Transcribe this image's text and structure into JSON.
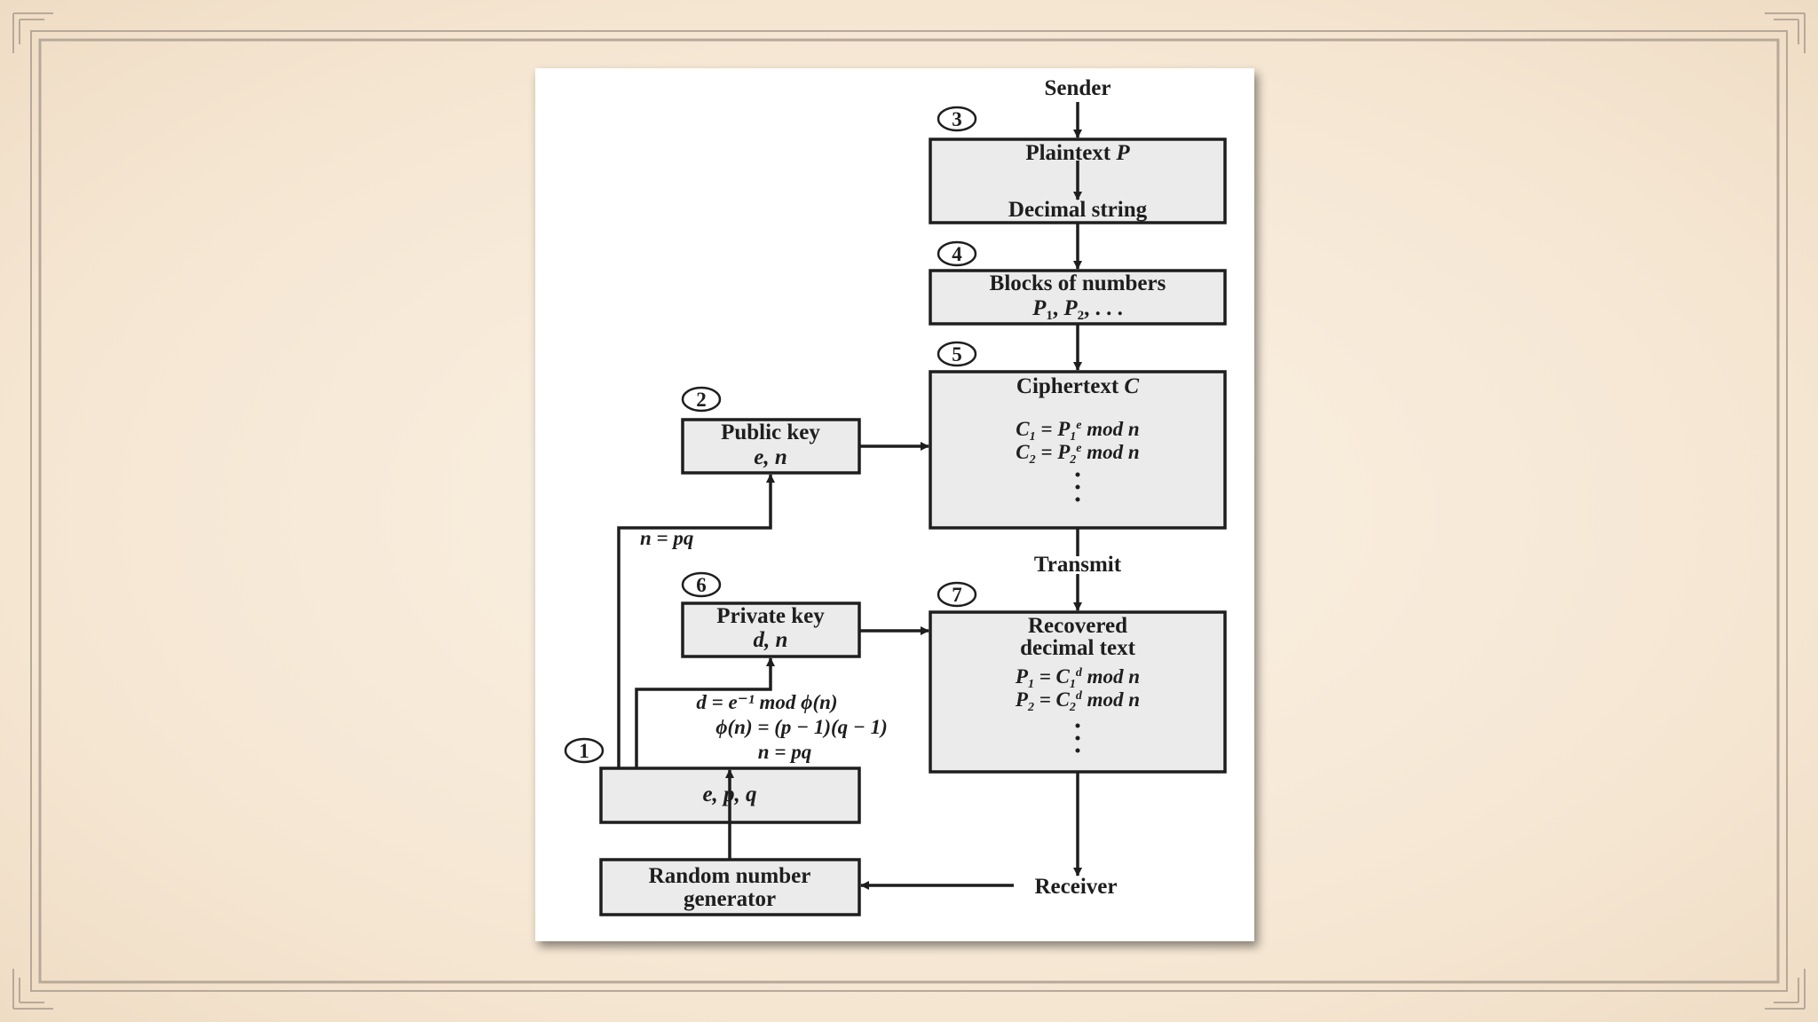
{
  "diagram": {
    "sender": "Sender",
    "receiver": "Receiver",
    "transmit": "Transmit",
    "steps": [
      "1",
      "2",
      "3",
      "4",
      "5",
      "6",
      "7"
    ],
    "plaintext": {
      "title_main": "Plaintext ",
      "title_var": "P",
      "sub": "Decimal string"
    },
    "blocks": {
      "line1": "Blocks of numbers",
      "p": "P",
      "s1": "1",
      "comma1": ", ",
      "s2": "2",
      "tail": ", . . ."
    },
    "ciphertext": {
      "title_main": "Ciphertext ",
      "title_var": "C",
      "eq1": {
        "lhs": "C",
        "lsub": "1",
        "mid": " = P",
        "rsub": "1",
        "sup": "e",
        "tail": " mod n"
      },
      "eq2": {
        "lhs": "C",
        "lsub": "2",
        "mid": " = P",
        "rsub": "2",
        "sup": "e",
        "tail": " mod n"
      }
    },
    "public_key": {
      "title": "Public key",
      "vars": "e, n"
    },
    "private_key": {
      "title": "Private key",
      "vars": "d, n"
    },
    "recovered": {
      "line1": "Recovered",
      "line2": "decimal text",
      "eq1": {
        "lhs": "P",
        "lsub": "1",
        "mid": " = C",
        "rsub": "1",
        "sup": "d",
        "tail": " mod n"
      },
      "eq2": {
        "lhs": "P",
        "lsub": "2",
        "mid": " = C",
        "rsub": "2",
        "sup": "d",
        "tail": " mod n"
      }
    },
    "npq_top": "n = pq",
    "d_eq": "d = e⁻¹ mod ϕ(n)",
    "phi_eq": "ϕ(n) = (p − 1)(q − 1)",
    "npq_bottom": "n = pq",
    "epq": "e, p, q",
    "rng": {
      "line1": "Random number",
      "line2": "generator"
    }
  }
}
